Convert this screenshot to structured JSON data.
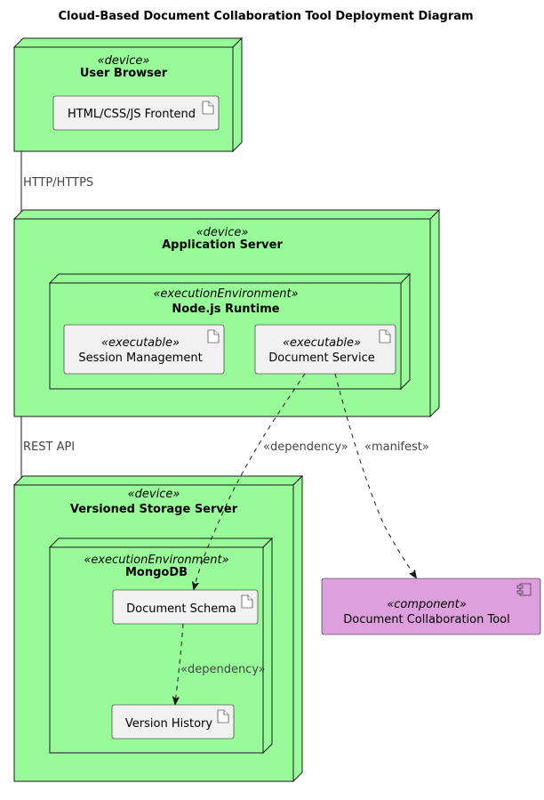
{
  "diagram": {
    "title": "Cloud-Based Document Collaboration Tool Deployment Diagram",
    "nodes": {
      "browser": {
        "stereotype": "«device»",
        "name": "User Browser"
      },
      "app_server": {
        "stereotype": "«device»",
        "name": "Application Server"
      },
      "nodejs": {
        "stereotype": "«executionEnvironment»",
        "name": "Node.js Runtime"
      },
      "storage": {
        "stereotype": "«device»",
        "name": "Versioned Storage Server"
      },
      "mongodb": {
        "stereotype": "«executionEnvironment»",
        "name": "MongoDB"
      }
    },
    "artifacts": {
      "frontend": {
        "name": "HTML/CSS/JS Frontend"
      },
      "session": {
        "stereotype": "«executable»",
        "name": "Session Management"
      },
      "docservice": {
        "stereotype": "«executable»",
        "name": "Document Service"
      },
      "schema": {
        "name": "Document Schema"
      },
      "history": {
        "name": "Version History"
      }
    },
    "component": {
      "stereotype": "«component»",
      "name": "Document Collaboration Tool"
    },
    "edges": {
      "browser_app": "HTTP/HTTPS",
      "app_storage": "REST API",
      "service_schema": "«dependency»",
      "service_component": "«manifest»",
      "schema_history": "«dependency»"
    },
    "colors": {
      "node_fill": "#99fa99",
      "artifact_fill": "#f1f1f1",
      "component_fill": "#dda0dd",
      "stroke": "#181818"
    }
  }
}
